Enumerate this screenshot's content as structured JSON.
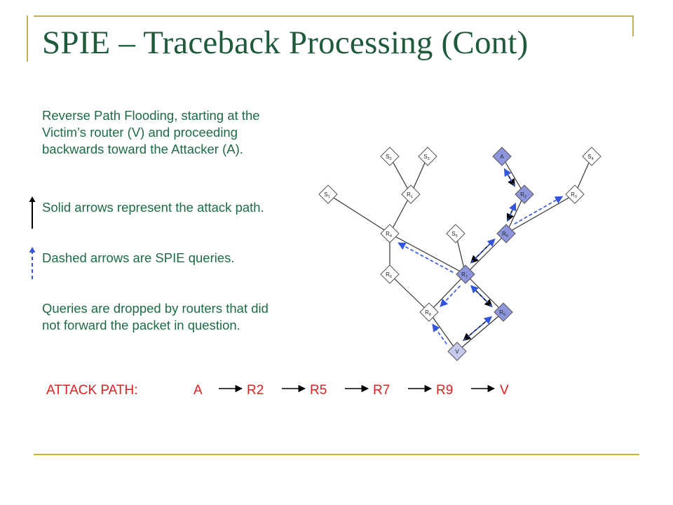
{
  "slide": {
    "title": "SPIE – Traceback Processing (Cont)",
    "accent_color": "#c9b13a",
    "title_color": "#1f5a3c",
    "text_color": "#1f6b46"
  },
  "body": {
    "paragraphs": [
      "Reverse Path Flooding, starting at the Victim’s router (V) and proceeding backwards toward the Attacker (A).",
      "Solid arrows represent the attack path.",
      "Dashed arrows are SPIE queries.",
      "Queries are dropped by routers that did not forward the packet in question."
    ]
  },
  "legend": {
    "solid_icon": "solid-arrow-icon",
    "dashed_icon": "dashed-arrow-icon",
    "dashed_color": "#3355dd"
  },
  "diagram": {
    "nodes": [
      {
        "id": "S2",
        "main": "S",
        "sub": "2",
        "highlight": false
      },
      {
        "id": "S3",
        "main": "S",
        "sub": "3",
        "highlight": false
      },
      {
        "id": "A",
        "main": "A",
        "sub": "",
        "highlight": true
      },
      {
        "id": "S4",
        "main": "S",
        "sub": "4",
        "highlight": false
      },
      {
        "id": "S1",
        "main": "S",
        "sub": "1",
        "highlight": false
      },
      {
        "id": "R1",
        "main": "R",
        "sub": "1",
        "highlight": false
      },
      {
        "id": "R2",
        "main": "R",
        "sub": "2",
        "highlight": true
      },
      {
        "id": "R3",
        "main": "R",
        "sub": "3",
        "highlight": false
      },
      {
        "id": "R4",
        "main": "R",
        "sub": "4",
        "highlight": false
      },
      {
        "id": "S5",
        "main": "S",
        "sub": "5",
        "highlight": false
      },
      {
        "id": "R5",
        "main": "R",
        "sub": "5",
        "highlight": true
      },
      {
        "id": "R6",
        "main": "R",
        "sub": "6",
        "highlight": false
      },
      {
        "id": "R7",
        "main": "R",
        "sub": "7",
        "highlight": true
      },
      {
        "id": "R8",
        "main": "R",
        "sub": "8",
        "highlight": false
      },
      {
        "id": "R9",
        "main": "R",
        "sub": "9",
        "highlight": true
      },
      {
        "id": "V",
        "main": "V",
        "sub": "",
        "highlight": true
      }
    ],
    "edges": [
      [
        "S2",
        "R1"
      ],
      [
        "S3",
        "R1"
      ],
      [
        "A",
        "R2"
      ],
      [
        "S4",
        "R3"
      ],
      [
        "S1",
        "R4"
      ],
      [
        "R1",
        "R4"
      ],
      [
        "R2",
        "R5"
      ],
      [
        "R3",
        "R5"
      ],
      [
        "R4",
        "R6"
      ],
      [
        "R4",
        "R7"
      ],
      [
        "S5",
        "R7"
      ],
      [
        "R5",
        "R7"
      ],
      [
        "R6",
        "R8"
      ],
      [
        "R7",
        "R8"
      ],
      [
        "R7",
        "R9"
      ],
      [
        "R8",
        "V"
      ],
      [
        "R9",
        "V"
      ]
    ],
    "attack_path": [
      "A",
      "R2",
      "R5",
      "R7",
      "R9",
      "V"
    ],
    "queries": [
      [
        "V",
        "R8"
      ],
      [
        "V",
        "R9"
      ],
      [
        "R9",
        "R7"
      ],
      [
        "R7",
        "R8"
      ],
      [
        "R7",
        "R4"
      ],
      [
        "R7",
        "R5"
      ],
      [
        "R5",
        "R3"
      ],
      [
        "R5",
        "R2"
      ],
      [
        "R2",
        "A"
      ]
    ],
    "node_fill": "#ffffff",
    "highlight_fill": "#8d95dd",
    "victim_fill": "#c6cbee",
    "query_color": "#3355dd"
  },
  "attack_path_label": {
    "label": "ATTACK PATH:",
    "steps": [
      "A",
      "R2",
      "R5",
      "R7",
      "R9",
      "V"
    ],
    "color": "#e02020"
  }
}
